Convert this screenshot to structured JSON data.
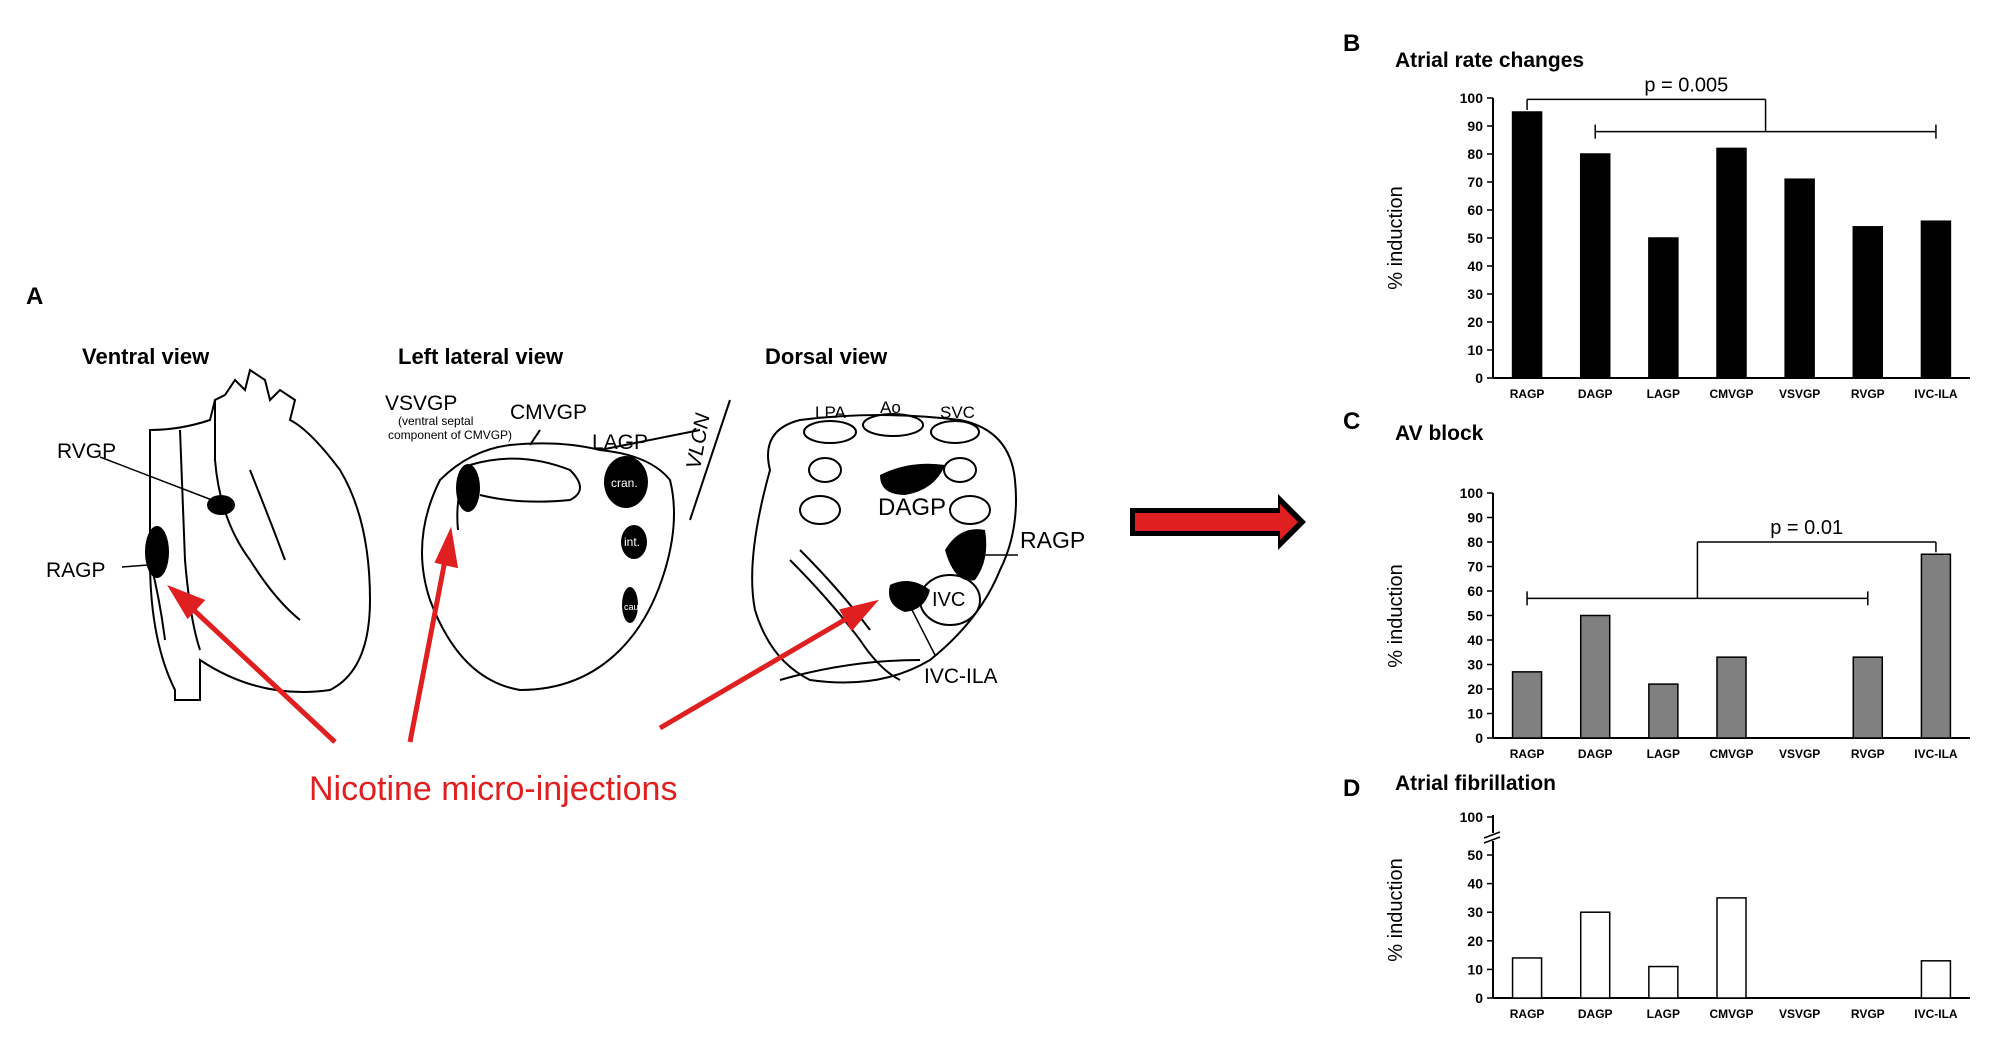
{
  "panels": {
    "a": "A",
    "b": "B",
    "c": "C",
    "d": "D"
  },
  "diagram": {
    "views": [
      "Ventral view",
      "Left lateral view",
      "Dorsal view"
    ],
    "labels": {
      "rvgp": "RVGP",
      "ragp_left": "RAGP",
      "vsvgp": "VSVGP",
      "vsvgp_note_1": "(ventral septal",
      "vsvgp_note_2": "component of CMVGP)",
      "cmvgp": "CMVGP",
      "lagp": "LAGP",
      "vlcn": "VLCN",
      "cran": "cran.",
      "int": "int.",
      "cau": "cau.",
      "lpa": "LPA",
      "ao": "Ao",
      "svc": "SVC",
      "dagp": "DAGP",
      "ragp_right": "RAGP",
      "ivc": "IVC",
      "ivc_ila": "IVC-ILA"
    },
    "caption": "Nicotine micro-injections",
    "accent_color": "#e02020"
  },
  "chart_data": [
    {
      "type": "bar",
      "title": "Atrial rate changes",
      "ylabel": "% induction",
      "xlabel": "",
      "categories": [
        "RAGP",
        "DAGP",
        "LAGP",
        "CMVGP",
        "VSVGP",
        "RVGP",
        "IVC-ILA"
      ],
      "values": [
        95,
        80,
        50,
        82,
        71,
        54,
        56
      ],
      "ylim": [
        0,
        100
      ],
      "yticks": [
        0,
        10,
        20,
        30,
        40,
        50,
        60,
        70,
        80,
        90,
        100
      ],
      "bar_color": "#000000",
      "annotation": {
        "text": "p = 0.005",
        "from": "RAGP",
        "to_range": [
          "DAGP",
          "IVC-ILA"
        ]
      }
    },
    {
      "type": "bar",
      "title": "AV block",
      "ylabel": "% induction",
      "xlabel": "",
      "categories": [
        "RAGP",
        "DAGP",
        "LAGP",
        "CMVGP",
        "VSVGP",
        "RVGP",
        "IVC-ILA"
      ],
      "values": [
        27,
        50,
        22,
        33,
        0,
        33,
        75
      ],
      "ylim": [
        0,
        100
      ],
      "yticks": [
        0,
        10,
        20,
        30,
        40,
        50,
        60,
        70,
        80,
        90,
        100
      ],
      "bar_color": "#808080",
      "annotation": {
        "text": "p = 0.01",
        "from": "IVC-ILA",
        "to_range": [
          "RAGP",
          "RVGP"
        ]
      }
    },
    {
      "type": "bar",
      "title": "Atrial fibrillation",
      "ylabel": "% induction",
      "xlabel": "",
      "categories": [
        "RAGP",
        "DAGP",
        "LAGP",
        "CMVGP",
        "VSVGP",
        "RVGP",
        "IVC-ILA"
      ],
      "values": [
        14,
        30,
        11,
        35,
        0,
        0,
        13
      ],
      "ylim": [
        0,
        50
      ],
      "yticks": [
        0,
        10,
        20,
        30,
        40,
        50
      ],
      "axis_break_tick": 100,
      "bar_color": "#ffffff"
    }
  ]
}
